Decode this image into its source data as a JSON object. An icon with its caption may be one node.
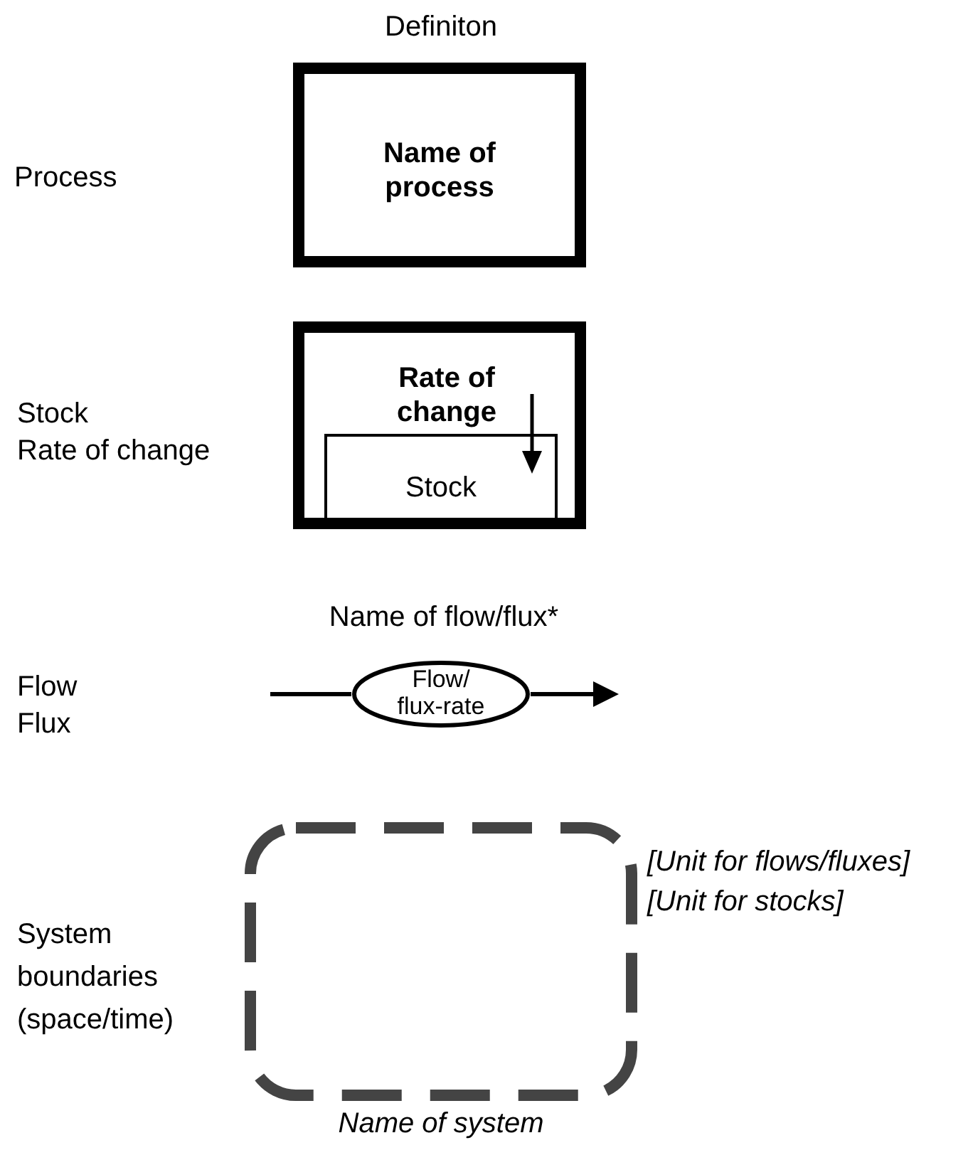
{
  "diagram": {
    "nodes": [
      {
        "text": [
          "Name of process"
        ]
      },
      {
        "text": [
          "Rate of change"
        ]
      },
      {
        "text": [
          "Stock"
        ],
        "in": 1
      },
      {
        "text": [
          "Flow/ flux-rate"
        ],
        "beside": [
          "Name of flow/flux*"
        ]
      },
      {
        "text": [],
        "shape": "box",
        "beside": [
          "[Unit for flows/fluxes]",
          "[Unit for stocks]",
          "Name of system"
        ]
      }
    ],
    "edges": [
      {
        "from": null,
        "to": 3,
        "arrow": "none"
      },
      {
        "from": 3,
        "to": null,
        "arrow": "to"
      }
    ],
    "labels": [
      "Definiton",
      "Process",
      "Stock",
      "Rate of change",
      "Flow",
      "Flux",
      "System boundaries (space/time)"
    ]
  }
}
